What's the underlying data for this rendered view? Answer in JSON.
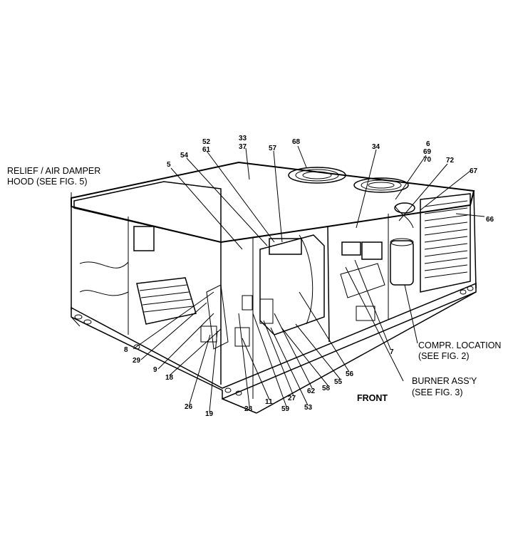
{
  "captions": {
    "relief_hood_1": "RELIEF / AIR DAMPER",
    "relief_hood_2": "HOOD (SEE FIG. 5)",
    "compr_1": "COMPR. LOCATION",
    "compr_2": "(SEE FIG. 2)",
    "burner_1": "BURNER ASS'Y",
    "burner_2": "(SEE FIG. 3)",
    "front": "FRONT"
  },
  "callouts": {
    "c5": "5",
    "c54": "54",
    "c52": "52",
    "c61": "61",
    "c33": "33",
    "c37": "37",
    "c57": "57",
    "c68": "68",
    "c34": "34",
    "c6": "6",
    "c69": "69",
    "c70": "70",
    "c72": "72",
    "c67": "67",
    "c66": "66",
    "c8": "8",
    "c29": "29",
    "c9": "9",
    "c18": "18",
    "c26": "26",
    "c19": "19",
    "c28": "28",
    "c11": "11",
    "c59": "59",
    "c27": "27",
    "c53": "53",
    "c62": "62",
    "c58": "58",
    "c55": "55",
    "c56": "56",
    "c7": "7"
  }
}
